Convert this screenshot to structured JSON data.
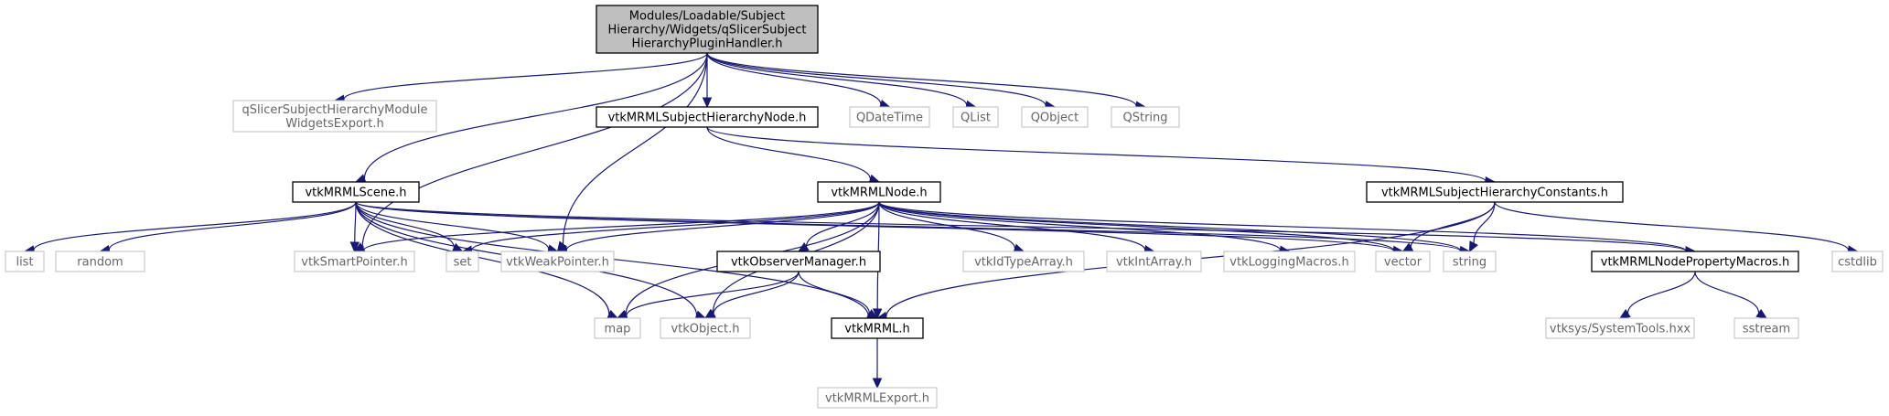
{
  "colors": {
    "edge": "#191970",
    "root_fill": "#bfbfbf",
    "root_border": "#000000",
    "node_border": "#000000",
    "external_border": "#bfbfbf",
    "external_text": "#666666",
    "text": "#000000"
  },
  "nodes": [
    {
      "id": "root",
      "lines": [
        "Modules/Loadable/Subject",
        "Hierarchy/Widgets/qSlicerSubject",
        "HierarchyPluginHandler.h"
      ],
      "kind": "root"
    },
    {
      "id": "export_widgets",
      "lines": [
        "qSlicerSubjectHierarchyModule",
        "WidgetsExport.h"
      ],
      "kind": "external"
    },
    {
      "id": "sh_node",
      "lines": [
        "vtkMRMLSubjectHierarchyNode.h"
      ],
      "kind": "internal"
    },
    {
      "id": "qdatetime",
      "lines": [
        "QDateTime"
      ],
      "kind": "external"
    },
    {
      "id": "qlist",
      "lines": [
        "QList"
      ],
      "kind": "external"
    },
    {
      "id": "qobject",
      "lines": [
        "QObject"
      ],
      "kind": "external"
    },
    {
      "id": "qstring",
      "lines": [
        "QString"
      ],
      "kind": "external"
    },
    {
      "id": "scene",
      "lines": [
        "vtkMRMLScene.h"
      ],
      "kind": "internal"
    },
    {
      "id": "mrml_node",
      "lines": [
        "vtkMRMLNode.h"
      ],
      "kind": "internal"
    },
    {
      "id": "sh_constants",
      "lines": [
        "vtkMRMLSubjectHierarchyConstants.h"
      ],
      "kind": "internal"
    },
    {
      "id": "list",
      "lines": [
        "list"
      ],
      "kind": "external"
    },
    {
      "id": "random",
      "lines": [
        "random"
      ],
      "kind": "external"
    },
    {
      "id": "smart_ptr",
      "lines": [
        "vtkSmartPointer.h"
      ],
      "kind": "external"
    },
    {
      "id": "set",
      "lines": [
        "set"
      ],
      "kind": "external"
    },
    {
      "id": "weak_ptr",
      "lines": [
        "vtkWeakPointer.h"
      ],
      "kind": "external"
    },
    {
      "id": "observer_mgr",
      "lines": [
        "vtkObserverManager.h"
      ],
      "kind": "internal"
    },
    {
      "id": "idtypearray",
      "lines": [
        "vtkIdTypeArray.h"
      ],
      "kind": "external"
    },
    {
      "id": "intarray",
      "lines": [
        "vtkIntArray.h"
      ],
      "kind": "external"
    },
    {
      "id": "logging",
      "lines": [
        "vtkLoggingMacros.h"
      ],
      "kind": "external"
    },
    {
      "id": "vector",
      "lines": [
        "vector"
      ],
      "kind": "external"
    },
    {
      "id": "string",
      "lines": [
        "string"
      ],
      "kind": "external"
    },
    {
      "id": "prop_macros",
      "lines": [
        "vtkMRMLNodePropertyMacros.h"
      ],
      "kind": "internal"
    },
    {
      "id": "cstdlib",
      "lines": [
        "cstdlib"
      ],
      "kind": "external"
    },
    {
      "id": "map",
      "lines": [
        "map"
      ],
      "kind": "external"
    },
    {
      "id": "vtkobject",
      "lines": [
        "vtkObject.h"
      ],
      "kind": "external"
    },
    {
      "id": "mrml_h",
      "lines": [
        "vtkMRML.h"
      ],
      "kind": "internal"
    },
    {
      "id": "systemtools",
      "lines": [
        "vtksys/SystemTools.hxx"
      ],
      "kind": "external"
    },
    {
      "id": "sstream",
      "lines": [
        "sstream"
      ],
      "kind": "external"
    },
    {
      "id": "mrml_export",
      "lines": [
        "vtkMRMLExport.h"
      ],
      "kind": "external"
    }
  ],
  "edges": [
    [
      "root",
      "export_widgets"
    ],
    [
      "root",
      "sh_node"
    ],
    [
      "root",
      "qdatetime"
    ],
    [
      "root",
      "qlist"
    ],
    [
      "root",
      "qobject"
    ],
    [
      "root",
      "qstring"
    ],
    [
      "root",
      "scene"
    ],
    [
      "root",
      "smart_ptr"
    ],
    [
      "root",
      "weak_ptr"
    ],
    [
      "sh_node",
      "mrml_node"
    ],
    [
      "sh_node",
      "sh_constants"
    ],
    [
      "scene",
      "list"
    ],
    [
      "scene",
      "random"
    ],
    [
      "scene",
      "smart_ptr"
    ],
    [
      "scene",
      "set"
    ],
    [
      "scene",
      "weak_ptr"
    ],
    [
      "scene",
      "map"
    ],
    [
      "scene",
      "vtkobject"
    ],
    [
      "scene",
      "mrml_h"
    ],
    [
      "scene",
      "vector"
    ],
    [
      "scene",
      "string"
    ],
    [
      "scene",
      "prop_macros"
    ],
    [
      "mrml_node",
      "smart_ptr"
    ],
    [
      "mrml_node",
      "set"
    ],
    [
      "mrml_node",
      "weak_ptr"
    ],
    [
      "mrml_node",
      "observer_mgr"
    ],
    [
      "mrml_node",
      "map"
    ],
    [
      "mrml_node",
      "vtkobject"
    ],
    [
      "mrml_node",
      "mrml_h"
    ],
    [
      "mrml_node",
      "idtypearray"
    ],
    [
      "mrml_node",
      "intarray"
    ],
    [
      "mrml_node",
      "logging"
    ],
    [
      "mrml_node",
      "vector"
    ],
    [
      "mrml_node",
      "string"
    ],
    [
      "mrml_node",
      "prop_macros"
    ],
    [
      "sh_constants",
      "vector"
    ],
    [
      "sh_constants",
      "string"
    ],
    [
      "sh_constants",
      "mrml_h"
    ],
    [
      "sh_constants",
      "cstdlib"
    ],
    [
      "observer_mgr",
      "map"
    ],
    [
      "observer_mgr",
      "vtkobject"
    ],
    [
      "observer_mgr",
      "mrml_h"
    ],
    [
      "prop_macros",
      "systemtools"
    ],
    [
      "prop_macros",
      "sstream"
    ],
    [
      "mrml_h",
      "mrml_export"
    ]
  ]
}
